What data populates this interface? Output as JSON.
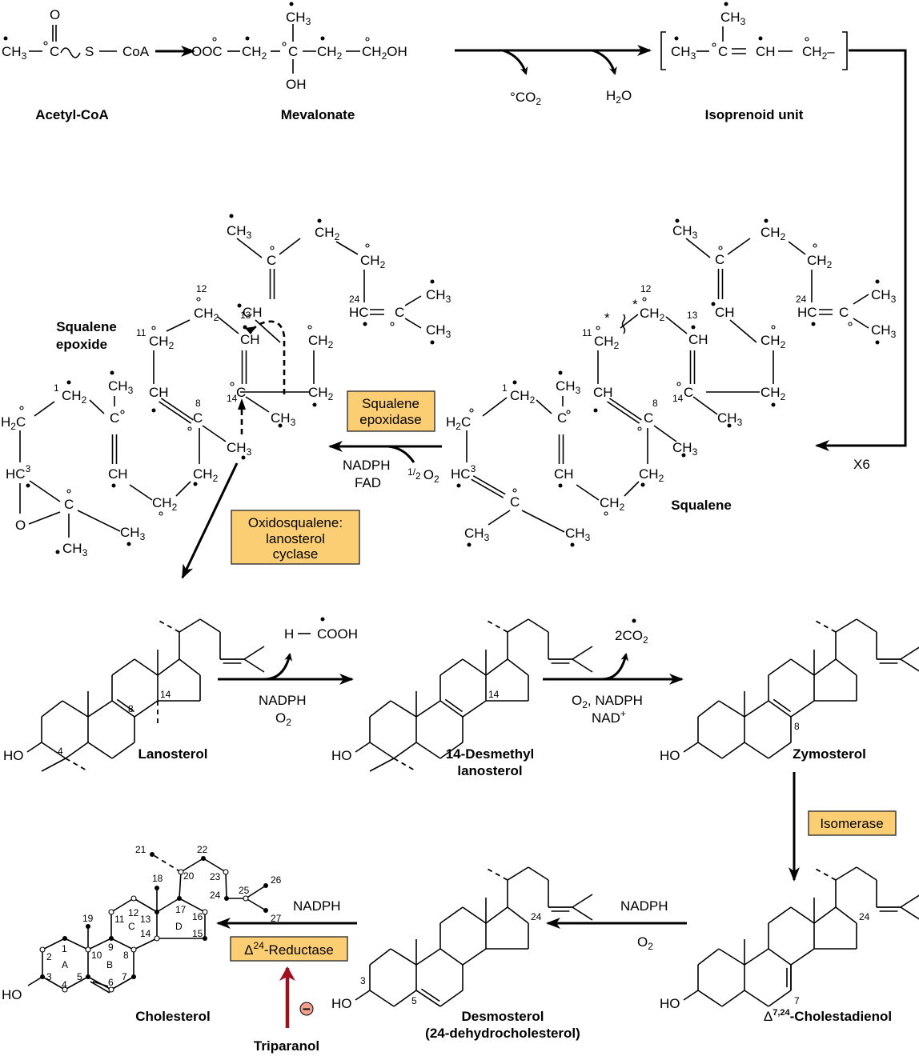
{
  "title": "Cholesterol biosynthesis pathway",
  "colors": {
    "enzyme_box": "#fcce74",
    "inhibitor_arrow": "#a0101e",
    "inhibit_badge": "#f2a08e"
  },
  "compounds": {
    "acetyl_coa": {
      "name": "Acetyl-CoA",
      "formula": [
        "CH",
        "3",
        "C",
        "O",
        "S",
        "CoA"
      ]
    },
    "mevalonate": {
      "name": "Mevalonate",
      "formula": [
        "⁻OOC",
        "CH",
        "2",
        "C",
        "CH",
        "3",
        "OH",
        "CH",
        "2",
        "CH",
        "2",
        "OH"
      ]
    },
    "isoprenoid": {
      "name": "Isoprenoid unit",
      "formula": [
        "CH",
        "3",
        "C",
        "CH",
        "3",
        "CH",
        "CH",
        "2",
        "–"
      ]
    },
    "squalene": {
      "name": "Squalene"
    },
    "squalene_epoxide": {
      "name_line1": "Squalene",
      "name_line2": "epoxide"
    },
    "lanosterol": {
      "name": "Lanosterol"
    },
    "desmethyl_lanosterol": {
      "name_line1": "14-Desmethyl",
      "name_line2": "lanosterol"
    },
    "zymosterol": {
      "name": "Zymosterol"
    },
    "cholestadienol": {
      "name_prefix": "Δ",
      "name_sup": "7,24",
      "name_suffix": "-Cholestadienol"
    },
    "desmosterol": {
      "name_line1": "Desmosterol",
      "name_line2": "(24-dehydrocholesterol)"
    },
    "cholesterol": {
      "name": "Cholesterol"
    }
  },
  "byproducts": {
    "co2": {
      "prefix": "°",
      "text": "CO",
      "sub": "2"
    },
    "h2o": {
      "text1": "H",
      "sub": "2",
      "text2": "O"
    },
    "formic_acid": {
      "h": "H",
      "cooh": "COOH"
    },
    "two_co2": {
      "text": "2CO",
      "sub": "2"
    }
  },
  "repeat_label": "X6",
  "enzymes": {
    "squalene_epoxidase": [
      "Squalene",
      "epoxidase"
    ],
    "cyclase": [
      "Oxidosqualene:",
      "lanosterol",
      "cyclase"
    ],
    "isomerase": "Isomerase",
    "reductase": {
      "delta": "Δ",
      "sup": "24",
      "text": "-Reductase"
    }
  },
  "cofactors": {
    "epoxidase": {
      "line1": "NADPH",
      "line2": "FAD",
      "o2_frac_num": "1",
      "o2_frac_den": "2",
      "o2": "O",
      "o2_sub": "2"
    },
    "lanosterol_step": {
      "line1": "NADPH",
      "line2": "O",
      "line2_sub": "2"
    },
    "desmethyl_step": {
      "line1": "O",
      "line1_sub": "2",
      "line1_rest": ", NADPH",
      "line2": "NAD",
      "line2_sup": "+"
    },
    "cholestadienol_step": {
      "line1": "NADPH",
      "line2": "O",
      "line2_sub": "2"
    },
    "reductase_step": {
      "line1": "NADPH"
    }
  },
  "inhibitor": {
    "name": "Triparanol",
    "symbol": "−"
  },
  "atom_numbers": {
    "squalene": [
      "1",
      "3",
      "8",
      "11",
      "12",
      "13",
      "14",
      "24"
    ],
    "lanosterol": [
      "4",
      "8",
      "14"
    ],
    "desmethyl": [
      "14"
    ],
    "zymosterol": [
      "8"
    ],
    "cholestadienol": [
      "24",
      "7"
    ],
    "desmosterol": [
      "24",
      "3",
      "5"
    ],
    "cholesterol": [
      "1",
      "2",
      "3",
      "4",
      "5",
      "6",
      "7",
      "8",
      "9",
      "10",
      "11",
      "12",
      "13",
      "14",
      "15",
      "16",
      "17",
      "18",
      "19",
      "20",
      "21",
      "22",
      "23",
      "24",
      "25",
      "26",
      "27"
    ],
    "cholesterol_rings": [
      "A",
      "B",
      "C",
      "D"
    ]
  },
  "text_atoms": {
    "c": "C",
    "ch": "CH",
    "ch2": "CH",
    "ch3": "CH",
    "h2c": "H",
    "hc": "HC",
    "o": "O",
    "ho": "HO",
    "two": "2",
    "three": "3"
  }
}
